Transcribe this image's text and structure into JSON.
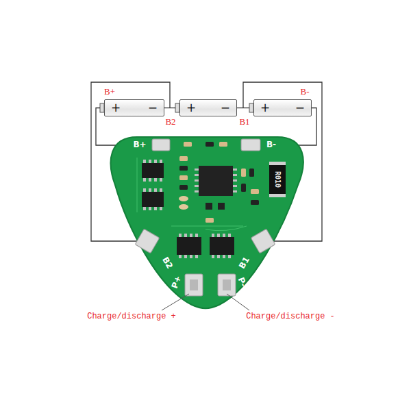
{
  "diagram": {
    "nodes": [
      {
        "text": [
          "+",
          "−"
        ]
      },
      {
        "text": [
          "+",
          "−"
        ]
      },
      {
        "text": [
          "+",
          "−"
        ]
      }
    ],
    "labels": [
      "B+",
      "B2",
      "B1",
      "B-",
      "B+",
      "B-",
      "R010",
      "B2",
      "B1",
      "P+",
      "P-",
      "Charge/discharge +",
      "Charge/discharge -"
    ]
  }
}
